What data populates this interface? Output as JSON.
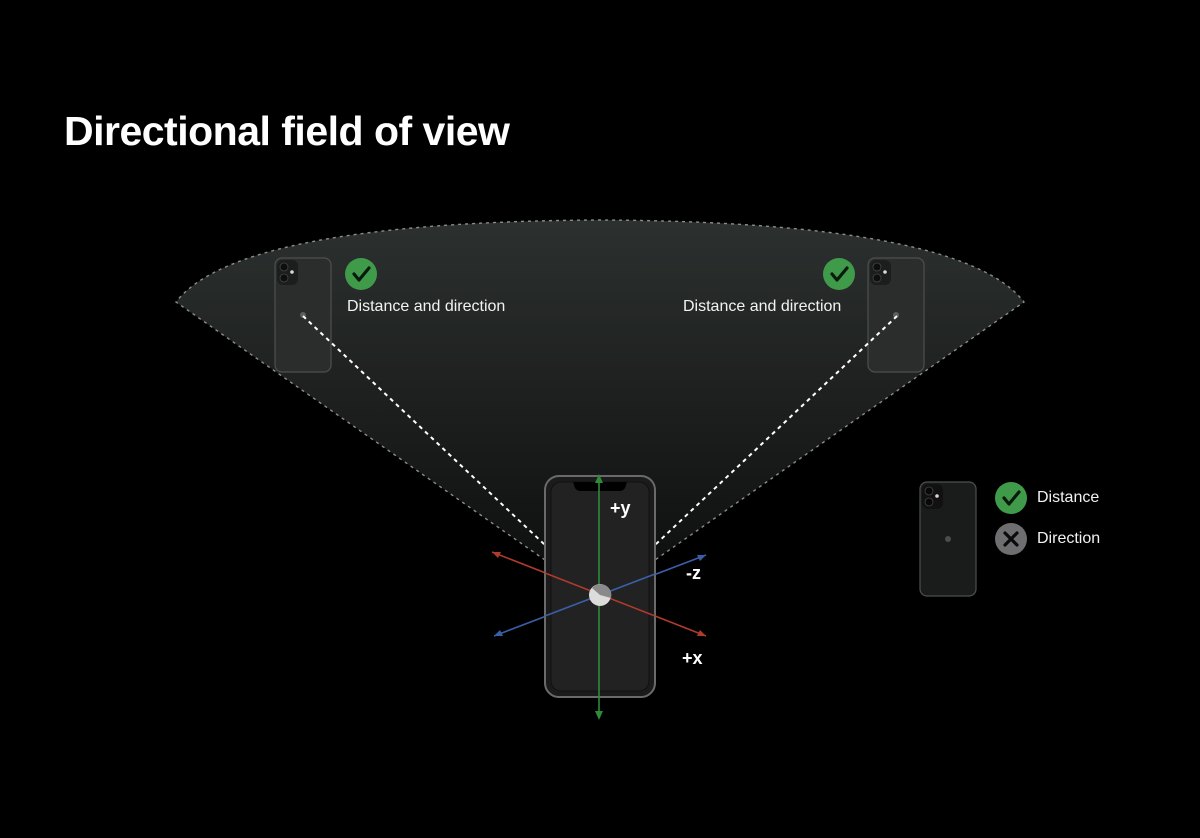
{
  "title": "Directional field of view",
  "fov": {
    "left_device_label": "Distance and direction",
    "right_device_label": "Distance and direction"
  },
  "axes": {
    "y": "+y",
    "z": "-z",
    "x": "+x"
  },
  "legend": {
    "distance": "Distance",
    "direction": "Direction"
  },
  "colors": {
    "background": "#000000",
    "check_green": "#3f9b4a",
    "cross_gray": "#6e6e70",
    "axis_x_red": "#b03a2e",
    "axis_z_blue": "#3a5fa8",
    "axis_y_green": "#2f8a3a"
  },
  "icons": [
    "checkmark-icon",
    "cross-icon",
    "iphone-back-icon",
    "iphone-front-icon"
  ]
}
